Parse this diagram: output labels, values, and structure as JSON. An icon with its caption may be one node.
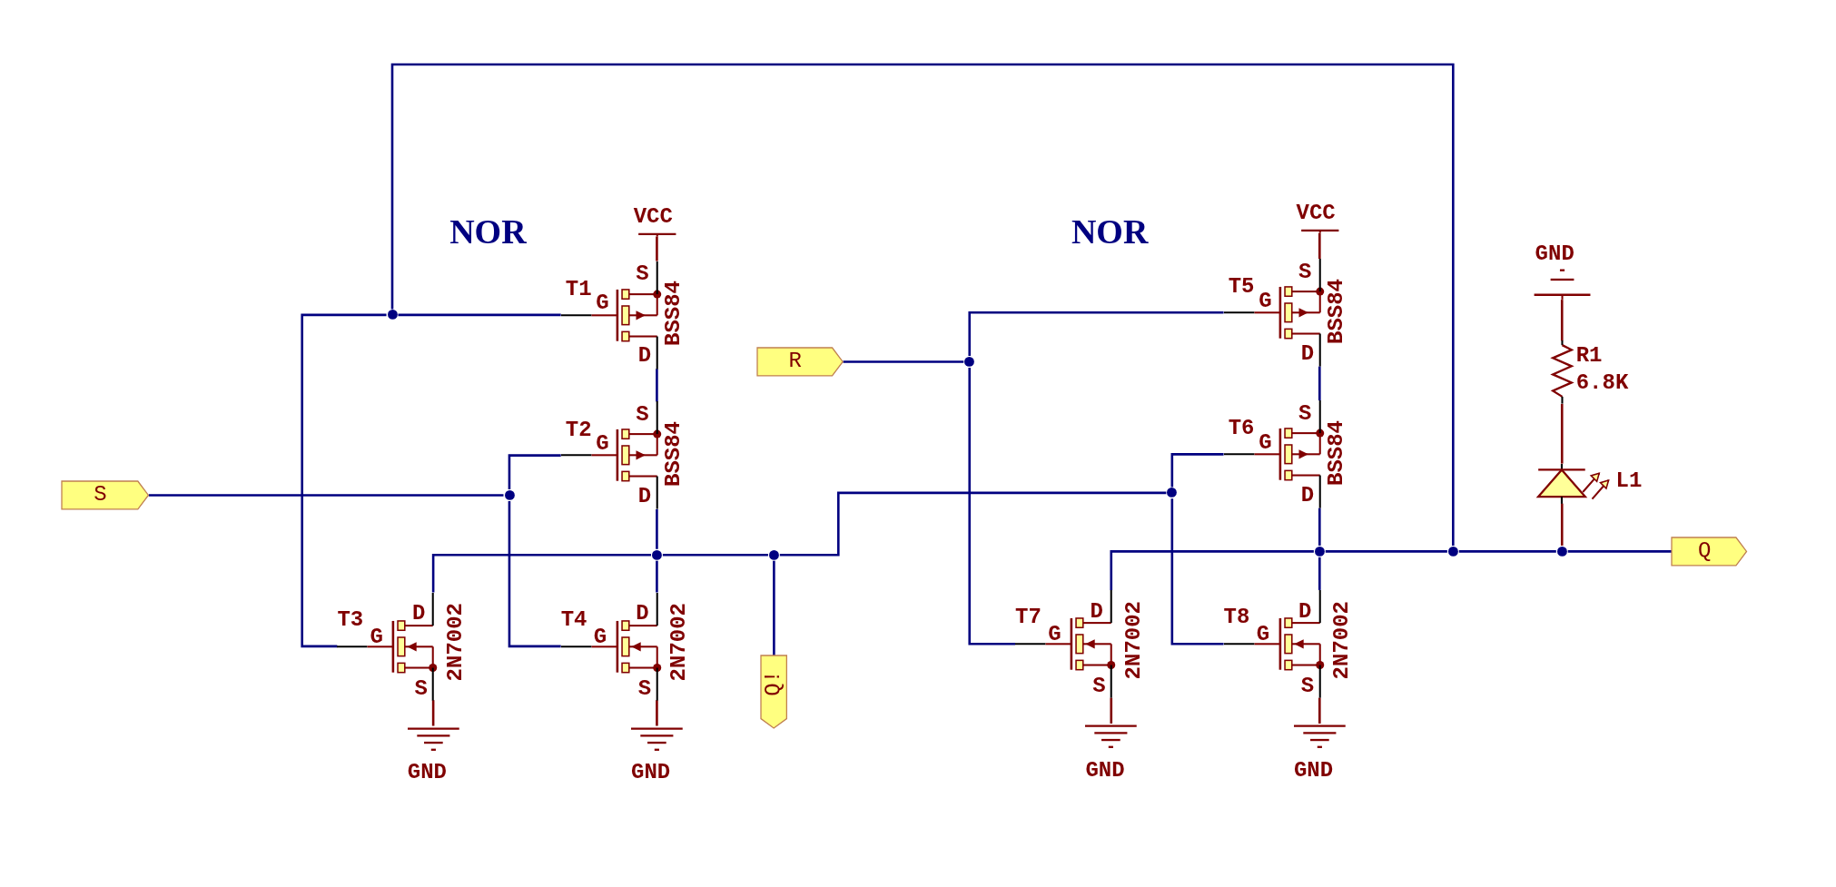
{
  "diagram": {
    "nodes": [
      {
        "text": [
          "S"
        ]
      },
      {
        "text": [
          "R"
        ]
      },
      {
        "text": [
          "Q!"
        ]
      },
      {
        "text": [
          "Q"
        ]
      },
      {
        "text": [
          "T1",
          "G",
          "S",
          "D",
          "BSS84"
        ]
      },
      {
        "text": [
          "T2",
          "G",
          "S",
          "D",
          "BSS84"
        ]
      },
      {
        "text": [
          "T3",
          "G",
          "S",
          "D",
          "2N7002"
        ]
      },
      {
        "text": [
          "T4",
          "G",
          "S",
          "D",
          "2N7002"
        ]
      },
      {
        "text": [
          "T5",
          "G",
          "S",
          "D",
          "BSS84"
        ]
      },
      {
        "text": [
          "T6",
          "G",
          "S",
          "D",
          "BSS84"
        ]
      },
      {
        "text": [
          "T7",
          "G",
          "S",
          "D",
          "2N7002"
        ]
      },
      {
        "text": [
          "T8",
          "G",
          "S",
          "D",
          "2N7002"
        ]
      },
      {
        "text": [
          "VCC"
        ]
      },
      {
        "text": [
          "VCC"
        ]
      },
      {
        "text": [
          "GND"
        ]
      },
      {
        "text": [
          "GND"
        ]
      },
      {
        "text": [
          "GND"
        ]
      },
      {
        "text": [
          "GND"
        ]
      },
      {
        "text": [
          "GND"
        ]
      },
      {
        "text": [
          "R1",
          "6.8K"
        ]
      },
      {
        "text": [
          "L1"
        ]
      },
      {
        "text": [],
        "shape": "circle"
      },
      {
        "text": [],
        "shape": "circle"
      },
      {
        "text": [],
        "shape": "circle"
      },
      {
        "text": [],
        "shape": "circle"
      },
      {
        "text": [],
        "shape": "circle"
      },
      {
        "text": [],
        "shape": "circle"
      },
      {
        "text": [],
        "shape": "circle"
      },
      {
        "text": [],
        "shape": "circle"
      },
      {
        "text": [],
        "shape": "circle"
      }
    ],
    "edges": [
      {
        "from": 21,
        "to": 4,
        "arrow": "none"
      },
      {
        "from": 21,
        "to": 6,
        "arrow": "none"
      },
      {
        "from": 21,
        "to": 28,
        "arrow": "none"
      },
      {
        "from": 0,
        "to": 22,
        "arrow": "none"
      },
      {
        "from": 22,
        "to": 5,
        "arrow": "none"
      },
      {
        "from": 22,
        "to": 7,
        "arrow": "none"
      },
      {
        "from": 12,
        "to": 4,
        "arrow": "none",
        "color": "#800000"
      },
      {
        "from": 4,
        "to": 5,
        "arrow": "none"
      },
      {
        "from": 5,
        "to": 23,
        "arrow": "none"
      },
      {
        "from": 6,
        "to": 23,
        "arrow": "none"
      },
      {
        "from": 23,
        "to": 7,
        "arrow": "none"
      },
      {
        "from": 23,
        "to": 24,
        "arrow": "none"
      },
      {
        "from": 24,
        "to": 2,
        "arrow": "none"
      },
      {
        "from": 24,
        "to": 26,
        "arrow": "none"
      },
      {
        "from": 26,
        "to": 9,
        "arrow": "none"
      },
      {
        "from": 26,
        "to": 11,
        "arrow": "none"
      },
      {
        "from": 6,
        "to": 14,
        "arrow": "none",
        "color": "#800000"
      },
      {
        "from": 7,
        "to": 15,
        "arrow": "none",
        "color": "#800000"
      },
      {
        "from": 1,
        "to": 25,
        "arrow": "none"
      },
      {
        "from": 25,
        "to": 8,
        "arrow": "none"
      },
      {
        "from": 25,
        "to": 10,
        "arrow": "none"
      },
      {
        "from": 13,
        "to": 8,
        "arrow": "none",
        "color": "#800000"
      },
      {
        "from": 8,
        "to": 9,
        "arrow": "none"
      },
      {
        "from": 9,
        "to": 27,
        "arrow": "none"
      },
      {
        "from": 10,
        "to": 27,
        "arrow": "none"
      },
      {
        "from": 27,
        "to": 11,
        "arrow": "none"
      },
      {
        "from": 27,
        "to": 28,
        "arrow": "none"
      },
      {
        "from": 28,
        "to": 29,
        "arrow": "none"
      },
      {
        "from": 29,
        "to": 3,
        "arrow": "none"
      },
      {
        "from": 10,
        "to": 16,
        "arrow": "none",
        "color": "#800000"
      },
      {
        "from": 11,
        "to": 17,
        "arrow": "none",
        "color": "#800000"
      },
      {
        "from": 18,
        "to": 19,
        "arrow": "none",
        "color": "#800000"
      },
      {
        "from": 19,
        "to": 20,
        "arrow": "none",
        "color": "#800000"
      },
      {
        "from": 20,
        "to": 29,
        "arrow": "none",
        "color": "#800000"
      }
    ],
    "labels": [
      "NOR",
      "NOR"
    ]
  }
}
